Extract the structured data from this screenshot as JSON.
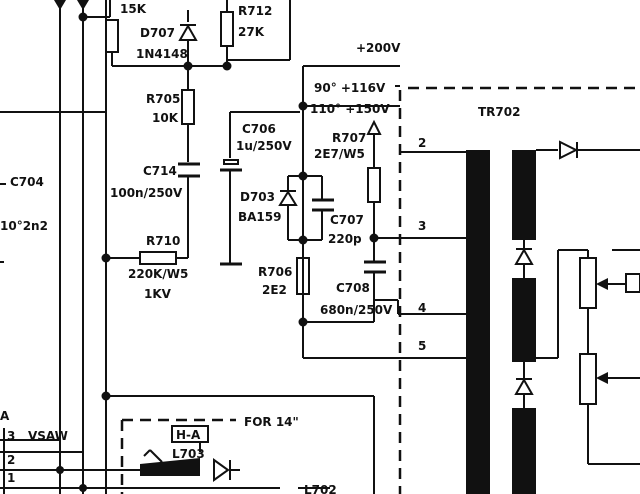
{
  "labels": {
    "r_15k": "15K",
    "d707": "D707",
    "d707_val": "1N4148",
    "r712": "R712",
    "r712_val": "27K",
    "v200": "+200V",
    "r705": "R705",
    "r705_val": "10K",
    "c704": "C704",
    "c704_val": "10°2n2",
    "c714": "C714",
    "c714_val": "100n/250V",
    "r710": "R710",
    "r710_val1": "220K/W5",
    "r710_val2": "1KV",
    "c706": "C706",
    "c706_val": "1u/250V",
    "d703": "D703",
    "d703_val": "BA159",
    "r707": "R707",
    "r707_val": "2E7/W5",
    "v90": "90° +116V",
    "v110": "110° +150V",
    "c707": "C707",
    "c707_val": "220p",
    "r706": "R706",
    "r706_val": "2E2",
    "c708": "C708",
    "c708_val": "680n/250V",
    "tr702": "TR702",
    "pin2": "2",
    "pin3": "3",
    "pin4": "4",
    "pin5": "5",
    "vsaw_a": "A",
    "vsaw_3": "3",
    "vsaw": "VSAW",
    "vsaw_2": "2",
    "vsaw_1": "1",
    "for14": "FOR 14\"",
    "ha": "H-A",
    "l703": "L703",
    "l702": "L702"
  }
}
